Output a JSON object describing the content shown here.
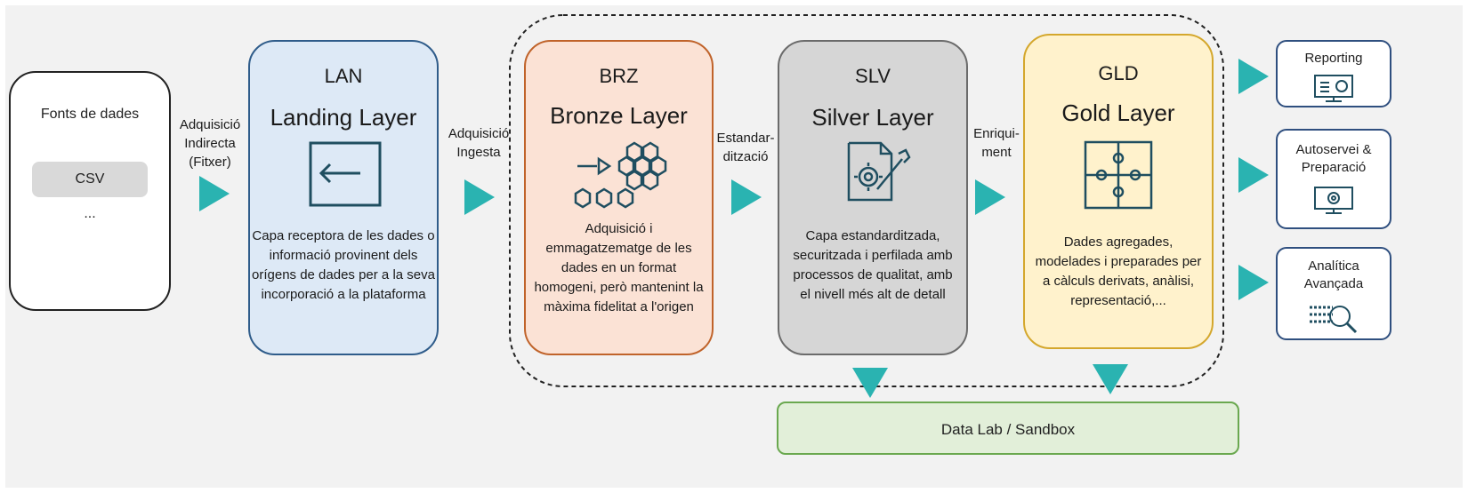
{
  "sources": {
    "title": "Fonts de dades",
    "item": "CSV",
    "more": "..."
  },
  "transitions": {
    "t1": [
      "Adquisició",
      "Indirecta",
      "(Fitxer)"
    ],
    "t2": [
      "Adquisició",
      "Ingesta"
    ],
    "t3": [
      "Estandar-",
      "dització"
    ],
    "t4": [
      "Enriqui-",
      "ment"
    ]
  },
  "layers": {
    "lan": {
      "code": "LAN",
      "name": "Landing Layer",
      "desc": [
        "Capa receptora de les dades o",
        "informació provinent dels",
        "orígens de dades per a la seva",
        "incorporació a la plataforma"
      ]
    },
    "brz": {
      "code": "BRZ",
      "name": "Bronze Layer",
      "desc": [
        "Adquisició i",
        "emmagatzematge de les",
        "dades en un format",
        "homogeni, però mantenint la",
        "màxima fidelitat a l'origen"
      ]
    },
    "slv": {
      "code": "SLV",
      "name": "Silver Layer",
      "desc": [
        "Capa estandarditzada,",
        "securitzada i perfilada amb",
        "processos de qualitat, amb",
        "el nivell més alt de detall"
      ]
    },
    "gld": {
      "code": "GLD",
      "name": "Gold Layer",
      "desc": [
        "Dades agregades,",
        "modelades i preparades per",
        "a càlculs derivats, anàlisi,",
        "representació,..."
      ]
    }
  },
  "outputs": {
    "reporting": [
      "Reporting"
    ],
    "autoservei": [
      "Autoservei &",
      "Preparació"
    ],
    "analitica": [
      "Analítica",
      "Avançada"
    ]
  },
  "datalab": "Data Lab / Sandbox",
  "colors": {
    "arrow": "#2ab3b1",
    "icon": "#1f4e60",
    "lan_fill": "#dde9f6",
    "lan_border": "#2f5c8a",
    "brz_fill": "#fbe2d5",
    "brz_border": "#c0632a",
    "slv_fill": "#d6d6d6",
    "slv_border": "#6b6b6b",
    "gld_fill": "#fff2cc",
    "gld_border": "#d4a72c",
    "out_border": "#2f4f7f",
    "lab_fill": "#e2efd9",
    "lab_border": "#6aa84f"
  }
}
